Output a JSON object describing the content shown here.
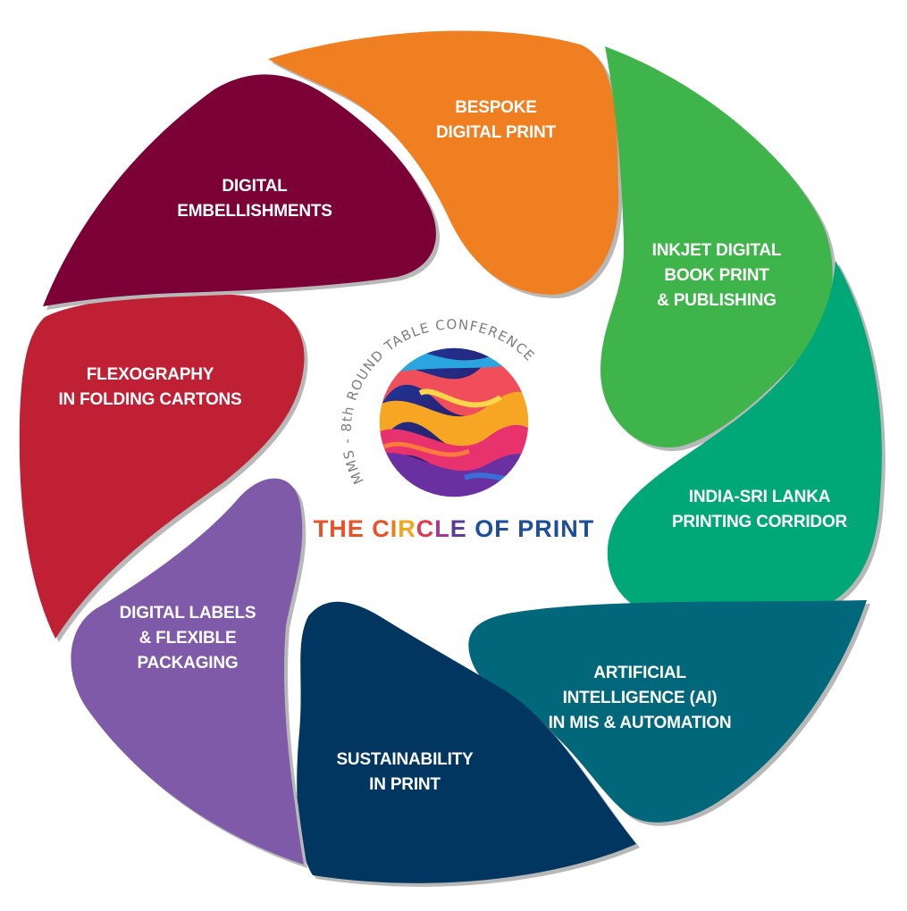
{
  "diagram": {
    "petals": [
      {
        "id": "bespoke",
        "lines": [
          "BESPOKE",
          "DIGITAL PRINT"
        ],
        "color": "#F07F22"
      },
      {
        "id": "inkjet",
        "lines": [
          "INKJET DIGITAL",
          "BOOK PRINT",
          "& PUBLISHING"
        ],
        "color": "#3FB44B"
      },
      {
        "id": "india-sri-lanka",
        "lines": [
          "INDIA-SRI LANKA",
          "PRINTING CORRIDOR"
        ],
        "color": "#00A878"
      },
      {
        "id": "ai",
        "lines": [
          "ARTIFICIAL",
          "INTELLIGENCE (AI)",
          "IN MIS & AUTOMATION"
        ],
        "color": "#00687A"
      },
      {
        "id": "sustainability",
        "lines": [
          "SUSTAINABILITY",
          "IN PRINT"
        ],
        "color": "#003660"
      },
      {
        "id": "digital-labels",
        "lines": [
          "DIGITAL LABELS",
          "& FLEXIBLE",
          "PACKAGING"
        ],
        "color": "#7E5AA8"
      },
      {
        "id": "flexography",
        "lines": [
          "FLEXOGRAPHY",
          "IN FOLDING CARTONS"
        ],
        "color": "#C02033"
      },
      {
        "id": "embellishments",
        "lines": [
          "DIGITAL",
          "EMBELLISHMENTS"
        ],
        "color": "#7B0036"
      }
    ],
    "center": {
      "arc_text": "MMS - 8th ROUND TABLE CONFERENCE",
      "brand": {
        "the": "THE",
        "circle": "CIRCLE",
        "of": "OF",
        "print": "PRINT"
      },
      "brand_colors": {
        "the": "#E8522A",
        "circle": [
          "#E8522A",
          "#EC7A1E",
          "#F2A81A",
          "#E23A4F",
          "#A23B8E",
          "#5B3C9C"
        ],
        "of": "#1D4E9A",
        "print": "#1D4E9A"
      },
      "logo_icon": "abstract-wave-art-icon"
    }
  }
}
